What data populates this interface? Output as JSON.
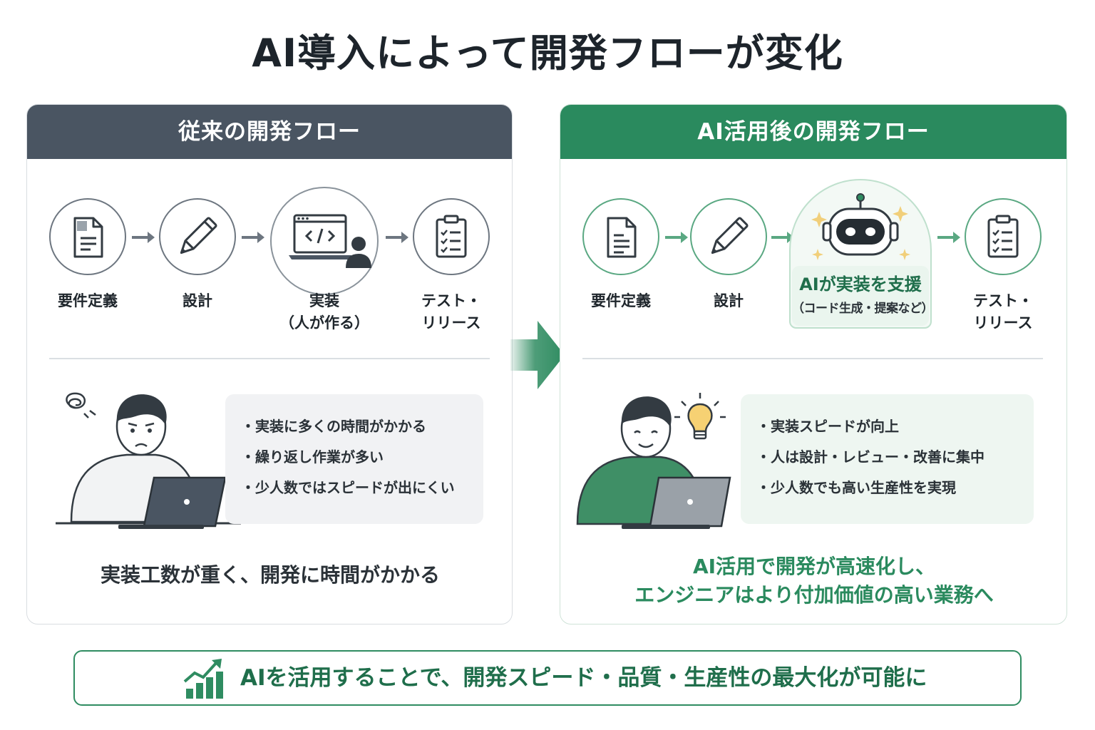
{
  "title": "AI導入によって開発フローが変化",
  "left_panel": {
    "header": "従来の開発フロー",
    "steps": [
      {
        "label": "要件定義",
        "icon": "document-icon"
      },
      {
        "label": "設計",
        "icon": "pencil-icon"
      },
      {
        "label": "実装\n（人が作る）",
        "icon": "laptop-code-icon"
      },
      {
        "label": "テスト・\nリリース",
        "icon": "clipboard-checklist-icon"
      }
    ],
    "bullets": [
      "実装に多くの時間がかかる",
      "繰り返し作業が多い",
      "少人数ではスピードが出にくい"
    ],
    "conclusion": "実装工数が重く、開発に時間がかかる"
  },
  "right_panel": {
    "header": "AI活用後の開発フロー",
    "steps": [
      {
        "label": "要件定義",
        "icon": "document-icon"
      },
      {
        "label": "設計",
        "icon": "pencil-icon"
      },
      {
        "label": "AIが実装を支援",
        "sublabel": "（コード生成・提案など）",
        "icon": "robot-icon"
      },
      {
        "label": "テスト・\nリリース",
        "icon": "clipboard-checklist-icon"
      }
    ],
    "bullets": [
      "実装スピードが向上",
      "人は設計・レビュー・改善に集中",
      "少人数でも高い生産性を実現"
    ],
    "conclusion": "AI活用で開発が高速化し、\nエンジニアはより付加価値の高い業務へ"
  },
  "bottom": {
    "text": "AIを活用することで、開発スピード・品質・生産性の最大化が可能に",
    "icon": "growth-chart-icon"
  },
  "colors": {
    "left_header": "#4a5562",
    "right_header": "#2a8a5e",
    "accent_green": "#2f8c61",
    "transition_arrow": "#2f8c61"
  }
}
